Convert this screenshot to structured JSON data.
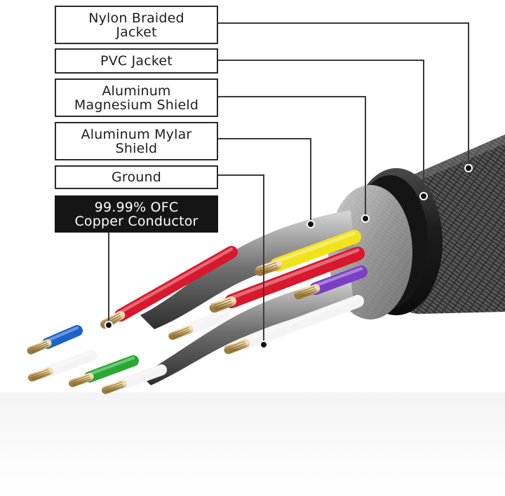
{
  "labels": [
    {
      "id": "nylon",
      "text": "Nylon Braided\nJacket"
    },
    {
      "id": "pvc",
      "text": "PVC Jacket"
    },
    {
      "id": "alu-mag",
      "text": "Aluminum\nMagnesium Shield"
    },
    {
      "id": "alu-mylar",
      "text": "Aluminum Mylar\nShield"
    },
    {
      "id": "ground",
      "text": "Ground"
    },
    {
      "id": "copper",
      "text": "99.99% OFC\nCopper Conductor"
    }
  ],
  "colors": {
    "nylon_jacket": "#3a3a3a",
    "pvc_jacket": "#1c1c1c",
    "shield": "#b8b8b8",
    "wire_yellow": "#f2e21a",
    "wire_red": "#d8182c",
    "wire_purple": "#7a3fc4",
    "wire_blue": "#1d62c8",
    "wire_green": "#2aa836",
    "wire_white": "#f4f4f4",
    "copper_strand": "#c8a86a"
  }
}
